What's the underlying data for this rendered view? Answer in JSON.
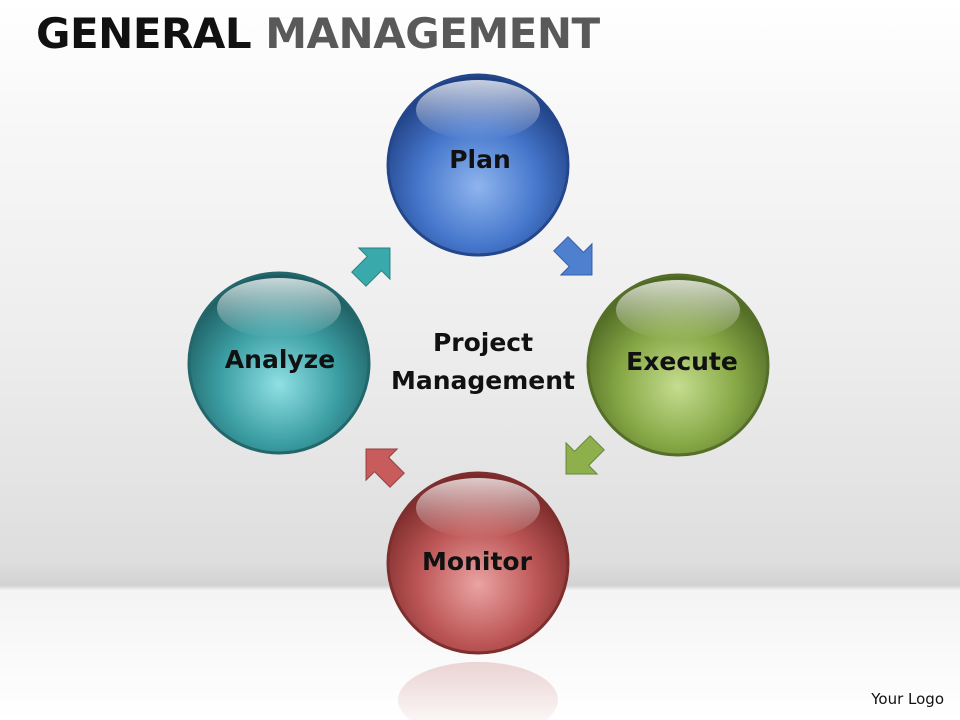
{
  "title": {
    "part1": "GENERAL",
    "part2": "MANAGEMENT"
  },
  "center": {
    "line1": "Project",
    "line2": "Management"
  },
  "nodes": {
    "plan": {
      "label": "Plan",
      "color": "#3a6bbf"
    },
    "execute": {
      "label": "Execute",
      "color": "#7a9a3a"
    },
    "monitor": {
      "label": "Monitor",
      "color": "#b34a4a"
    },
    "analyze": {
      "label": "Analyze",
      "color": "#2f8f96"
    }
  },
  "arrows": {
    "analyze_to_plan": {
      "color": "#3aa9ab"
    },
    "plan_to_execute": {
      "color": "#4f80d0"
    },
    "execute_to_monitor": {
      "color": "#8db04c"
    },
    "monitor_to_analyze": {
      "color": "#c85b5b"
    }
  },
  "logo": "Your Logo"
}
